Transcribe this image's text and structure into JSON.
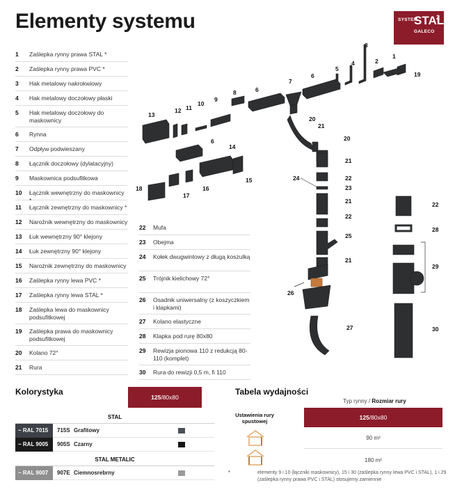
{
  "title": "Elementy systemu",
  "logo": {
    "line1": "SYSTEM",
    "line2": "STAL",
    "sup": "2",
    "line3": "GALECO"
  },
  "items_left": [
    {
      "n": "1",
      "label": "Zaślepka rynny prawa STAL *",
      "tall": false
    },
    {
      "n": "2",
      "label": "Zaślepka rynny prawa PVC *",
      "tall": false
    },
    {
      "n": "3",
      "label": "Hak metalowy nakrokwiowy",
      "tall": false
    },
    {
      "n": "4",
      "label": "Hak metalowy doczołowy płaski",
      "tall": false
    },
    {
      "n": "5",
      "label": "Hak metalowy doczołowy do maskownicy",
      "tall": true
    },
    {
      "n": "6",
      "label": "Rynna",
      "tall": false
    },
    {
      "n": "7",
      "label": "Odpływ podwieszany",
      "tall": false
    },
    {
      "n": "8",
      "label": "Łącznik doczołowy (dylatacyjny)",
      "tall": false
    },
    {
      "n": "9",
      "label": "Maskownica podsufitkowa",
      "tall": false
    },
    {
      "n": "10",
      "label": "Łącznik wewnętrzny do maskownicy *",
      "tall": false
    },
    {
      "n": "11",
      "label": "Łącznik zewnętrzny do maskownicy *",
      "tall": false
    },
    {
      "n": "12",
      "label": "Narożnik wewnętrzny do maskownicy",
      "tall": false
    },
    {
      "n": "13",
      "label": "Łuk wewnętrzny 90° klejony",
      "tall": false
    },
    {
      "n": "14",
      "label": "Łuk zewnętrzny 90° klejony",
      "tall": false
    },
    {
      "n": "15",
      "label": "Narożnik zewnętrzny do maskownicy",
      "tall": false
    },
    {
      "n": "16",
      "label": "Zaślepka rynny lewa PVC *",
      "tall": false
    },
    {
      "n": "17",
      "label": "Zaślepka rynny lewa STAL *",
      "tall": false
    },
    {
      "n": "18",
      "label": "Zaślepka lewa do maskownicy podsufitkowej",
      "tall": true
    },
    {
      "n": "19",
      "label": "Zaślepka prawa do maskownicy podsufitkowej",
      "tall": true
    },
    {
      "n": "20",
      "label": "Kolano 72°",
      "tall": false
    },
    {
      "n": "21",
      "label": "Rura",
      "tall": false
    }
  ],
  "items_right": [
    {
      "n": "22",
      "label": "Mufa",
      "tall": false
    },
    {
      "n": "23",
      "label": "Obejma",
      "tall": false
    },
    {
      "n": "24",
      "label": "Kołek dwugwintowy z długą koszulką",
      "tall": true
    },
    {
      "n": "25",
      "label": "Trójnik kielichowy 72°",
      "tall": true
    },
    {
      "n": "26",
      "label": "Osadnik uniwersalny (z koszyczkiem i klapkami)",
      "tall": true
    },
    {
      "n": "27",
      "label": "Kolano elastyczne",
      "tall": false
    },
    {
      "n": "28",
      "label": "Klapka pod rurę 80x80",
      "tall": false
    },
    {
      "n": "29",
      "label": "Rewizja pionowa 110 z redukcją 80-110 (komplet)",
      "tall": true
    },
    {
      "n": "30",
      "label": "Rura do rewizji 0,5 m, fi 110",
      "tall": false
    }
  ],
  "callouts": {
    "c1a": "1",
    "c2a": "2",
    "c3": "3",
    "c4": "4",
    "c5": "5",
    "c6a": "6",
    "c19": "19",
    "c7": "7",
    "c6b": "6",
    "c8": "8",
    "c9": "9",
    "c10": "10",
    "c11": "11",
    "c12": "12",
    "c13": "13",
    "c6c": "6",
    "c14": "14",
    "c15": "15",
    "c16": "16",
    "c17": "17",
    "c18": "18",
    "c20a": "20",
    "c21a": "21",
    "c20b": "20",
    "c21b": "21",
    "c22a": "22",
    "c24": "24",
    "c23": "23",
    "c21c": "21",
    "c22b": "22",
    "c25": "25",
    "c21d": "21",
    "c26": "26",
    "c27": "27",
    "c22c": "22",
    "c28": "28",
    "c29": "29",
    "c30": "30"
  },
  "kolorystyka": {
    "heading": "Kolorystyka",
    "size_bold": "125",
    "size_rest": "/80x80",
    "group1": "STAL",
    "group2": "STAL METALIC",
    "rows": [
      {
        "ral": "~ RAL 7015",
        "code": "715S",
        "name": "Grafitowy",
        "swatch": "#4a5057",
        "ralbg": "#3d4046"
      },
      {
        "ral": "~ RAL 9005",
        "code": "905S",
        "name": "Czarny",
        "swatch": "#161616",
        "ralbg": "#1a1a1a"
      },
      {
        "ral": "~ RAL 9007",
        "code": "907E",
        "name": "Ciemnosrebrny",
        "swatch": "#9a9a9a",
        "ralbg": "#8e8e8e"
      }
    ]
  },
  "wydajnosc": {
    "heading": "Tabela wydajności",
    "sub_a": "Typ rynny / ",
    "sub_b": "Rozmiar rury",
    "label": "Ustawienia rury spustowej",
    "size_bold": "125",
    "size_rest": "/80x80",
    "val1": "90 m²",
    "val2": "180 m²"
  },
  "note_mark": "*",
  "note": "elementy 9 i 10 (łączniki maskownicy), 15 i 30 (zaślepka rynny lewa PVC i STAL), 1 i 29 (zaślepka rynny prawa PVC i STAL) stosujemy zamiennie",
  "colors": {
    "brand": "#8c1c2a",
    "part": "#2e2f31"
  }
}
